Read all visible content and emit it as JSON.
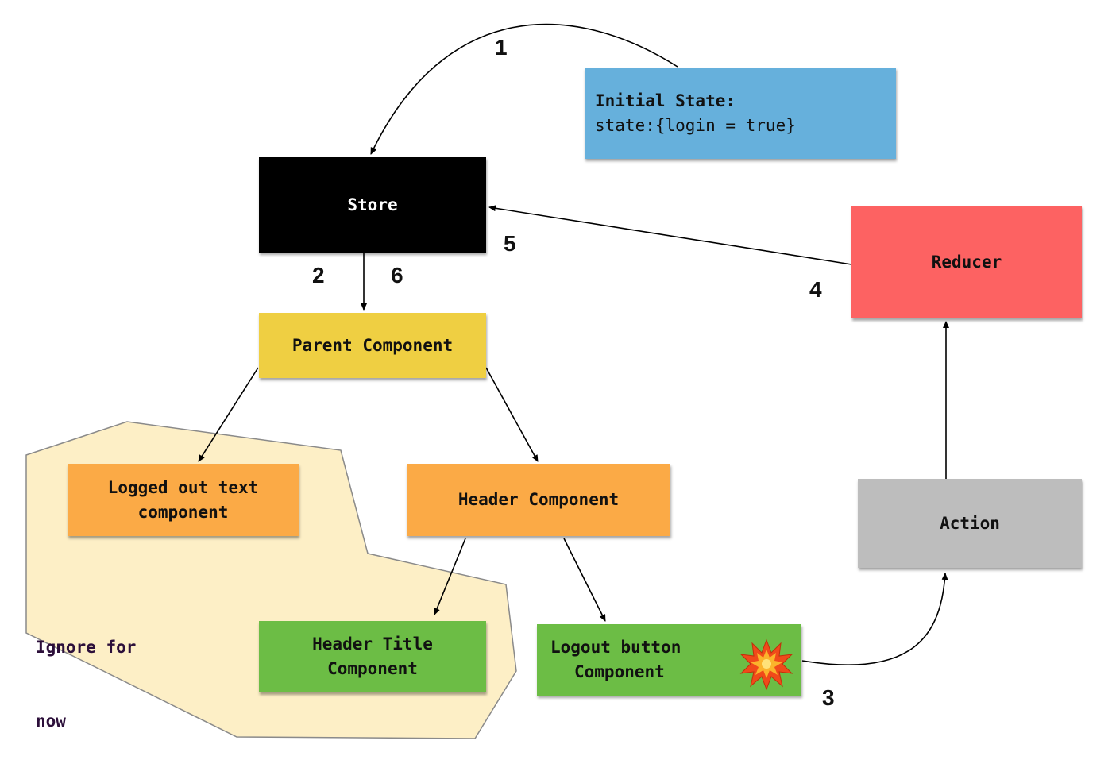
{
  "nodes": {
    "initial_state": {
      "line1": "Initial State:",
      "line2": "state:{login = true}",
      "color": "#66b0dc"
    },
    "store": {
      "label": "Store",
      "color": "#000000"
    },
    "reducer": {
      "label": "Reducer",
      "color": "#fd6262"
    },
    "parent": {
      "label": "Parent Component",
      "color": "#efcf42"
    },
    "logged_out": {
      "line1": "Logged out text",
      "line2": "component",
      "color": "#fbaa46"
    },
    "header": {
      "label": "Header Component",
      "color": "#fbaa46"
    },
    "header_title": {
      "line1": "Header Title",
      "line2": "Component",
      "color": "#6cbd45"
    },
    "logout_button": {
      "line1": "Logout button",
      "line2": "Component",
      "color": "#6cbd45"
    },
    "action": {
      "label": "Action",
      "color": "#bdbdbd"
    }
  },
  "region": {
    "line1": "Ignore for",
    "line2": "now",
    "fill": "#fdefc6",
    "stroke": "#8a8a8a"
  },
  "steps": {
    "s1": "1",
    "s2": "2",
    "s3": "3",
    "s4": "4",
    "s5": "5",
    "s6": "6"
  },
  "explosion_icon": "explosion-icon"
}
